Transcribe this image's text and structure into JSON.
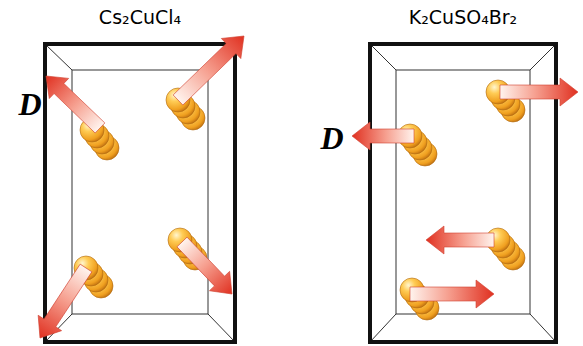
{
  "diagram": {
    "labels": [
      "Cs₂CuCl₄",
      "D",
      "K₂CuSO₄Br₂",
      "D"
    ]
  }
}
